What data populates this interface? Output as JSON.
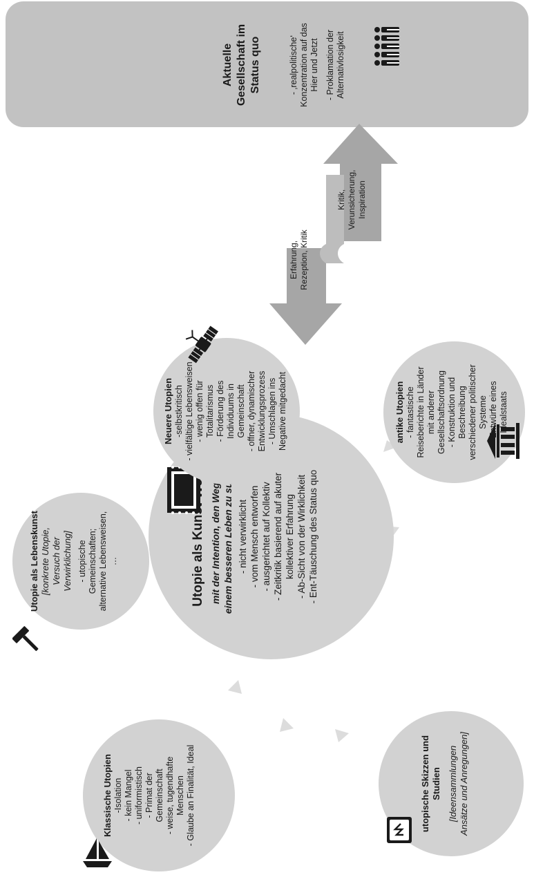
{
  "status_quo": {
    "title_lines": [
      "Aktuelle",
      "Gesellschaft im",
      "Status quo"
    ],
    "points": [
      "- ‚realpolitische‘",
      "Konzentration auf das",
      "Hier und Jetzt",
      "",
      "- Proklamation der",
      "Alternativlosigkeit"
    ],
    "icon": "people-group-icon"
  },
  "arrows": {
    "up_text_lines": [
      "Kritik,",
      "Verunsicherung,",
      "Inspiration"
    ],
    "down_text_lines": [
      "Erfahrung,",
      "Rezeption, Kritik"
    ]
  },
  "center": {
    "title": "Utopie als Kunst-Werk",
    "subtitle_lines": [
      "mit der Intention, den Weg zu",
      "einem besseren Leben zu suchen"
    ],
    "items": [
      "- nicht verwirklicht",
      "- vom Mensch entworfen",
      "- ausgerichtet auf Kollektiv",
      "- Zeitkritik basierend auf akuter",
      "kollektiver Erfahrung",
      "- Ab-Sicht von der Wirklichkeit",
      "- Ent-Täuschung des Status quo"
    ],
    "icon": "stamp-icon"
  },
  "neuere": {
    "title": "Neuere Utopien",
    "items": [
      "-selbstkritisch",
      "- vielfältige Lebensweisen",
      "- wenig offen für",
      "Totalitarismus",
      "- Förderung des",
      "Individuums in",
      "Gemeinschaft",
      "- offner, dynamischer",
      "Entwicklungsprozess",
      "- Umschlagen ins",
      "Negative mitgedacht"
    ],
    "icon": "satellite-icon"
  },
  "antike": {
    "title": "antike Utopien",
    "items": [
      "- fantastische",
      "Reiseberichte in Länder",
      "mit anderer",
      "Gesellschaftsordnung",
      "- Konstruktion und",
      "Beschreibung",
      "verschiedener politischer",
      "Systeme",
      "- Entwürfe eines",
      "Idealstaats"
    ],
    "icon": "temple-icon"
  },
  "lebenskunst": {
    "title": "Utopie als Lebenskunst",
    "sub_lines": [
      "[konkrete Utopie,",
      "Versuch der",
      "Verwirklichung]"
    ],
    "items": [
      "- utopische",
      "Gemeinschaften;",
      "alternative Lebensweisen,",
      "…"
    ],
    "icon": "hammer-icon"
  },
  "skizzen": {
    "title_lines": [
      "utopische Skizzen und",
      "Studien"
    ],
    "sub_lines": [
      "[Ideensammlungen",
      "Ansätze und Anregungen]"
    ],
    "icon": "sketch-tablet-icon"
  },
  "klassische": {
    "title": "Klassische Utopien",
    "items": [
      "-Isolation",
      "- kein Mangel",
      "- uniformistisch",
      "- Primat der",
      "Gemeinschaft",
      "- weise, tugendhafte",
      "Menschen",
      "- Glaube an Finalität, Ideal"
    ],
    "icon": "sailboat-icon"
  },
  "colors": {
    "bubble": "#d2d2d2",
    "status_box": "#c2c2c2",
    "arrow": "#a6a6a6",
    "scroll": "#bdbdbd",
    "small_arrow": "#dcdcdc"
  }
}
